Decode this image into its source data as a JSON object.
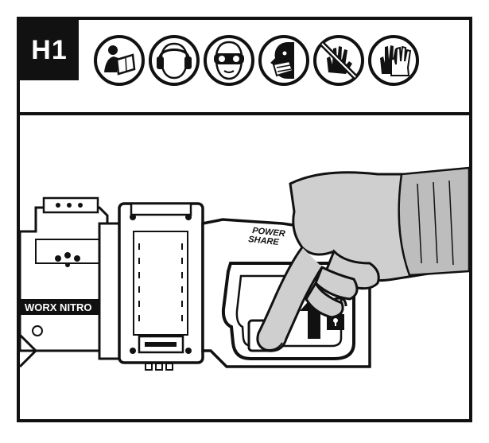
{
  "step_label": "H1",
  "safety_icons": [
    {
      "icon": "read-manual-icon"
    },
    {
      "icon": "ear-protection-icon"
    },
    {
      "icon": "eye-protection-icon"
    },
    {
      "icon": "dust-mask-icon"
    },
    {
      "icon": "no-hands-icon"
    },
    {
      "icon": "gloves-icon"
    }
  ],
  "tool": {
    "brand_label": "WORX NITRO",
    "power_share_line1": "POWER",
    "power_share_line2": "SHARE"
  },
  "colors": {
    "ink": "#111111",
    "glove_shade": "#cfcfcf",
    "sleeve_shade": "#bdbdbd",
    "background": "#ffffff"
  }
}
